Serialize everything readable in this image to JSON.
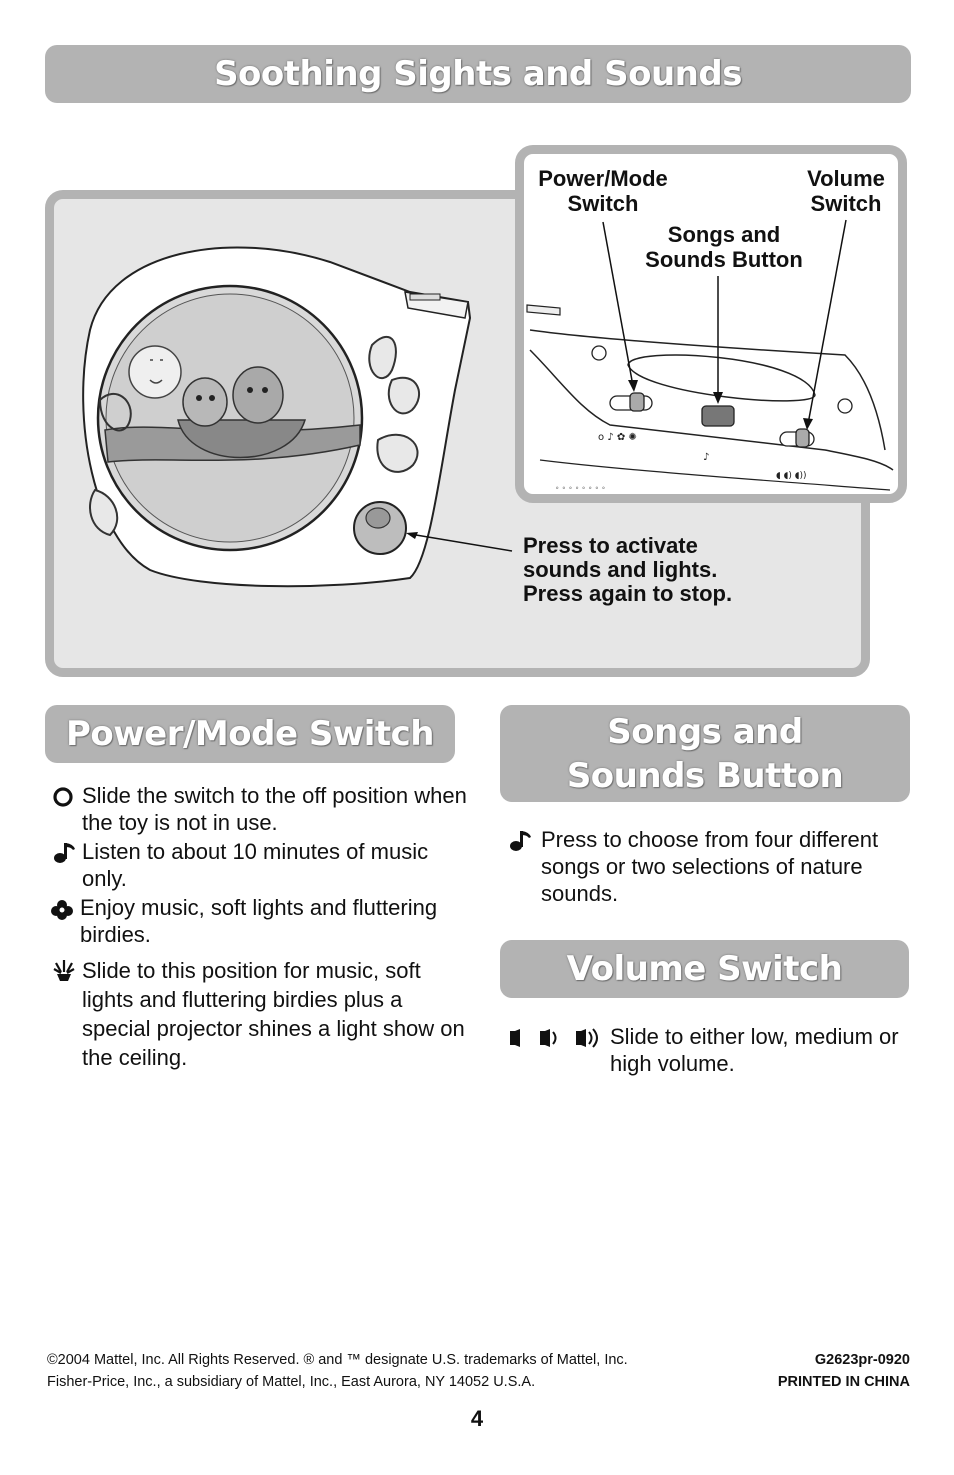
{
  "title": "Soothing Sights and Sounds",
  "diagram": {
    "inset_labels": {
      "power_mode": "Power/Mode Switch",
      "songs_sounds": "Songs and Sounds Button",
      "volume": "Volume Switch"
    },
    "callout": [
      "Press to activate",
      "sounds and lights.",
      "Press again to stop."
    ]
  },
  "power_mode_section": {
    "heading": "Power/Mode Switch",
    "items": [
      {
        "icon": "off-circle-icon",
        "text": "Slide the switch to the off position when the toy is not in use."
      },
      {
        "icon": "music-note-icon",
        "text": "Listen to about 10 minutes of music only."
      },
      {
        "icon": "birdie-icon",
        "text": "Enjoy music, soft lights and fluttering birdies."
      },
      {
        "icon": "projector-icon",
        "text": "Slide to this position for music, soft lights and fluttering birdies plus a special projector shines a light show on the ceiling."
      }
    ]
  },
  "songs_section": {
    "heading_line1": "Songs and",
    "heading_line2": "Sounds Button",
    "items": [
      {
        "icon": "music-note-icon",
        "text": "Press to choose from four different songs or two selections of nature sounds."
      }
    ]
  },
  "volume_section": {
    "heading": "Volume Switch",
    "items": [
      {
        "icon": "volume-levels-icon",
        "text": "Slide to either low, medium or high volume."
      }
    ]
  },
  "footer": {
    "copyright": "©2004 Mattel, Inc. All Rights Reserved. ® and ™ designate U.S. trademarks of Mattel, Inc.",
    "company": "Fisher-Price, Inc., a subsidiary of Mattel, Inc., East Aurora, NY 14052 U.S.A.",
    "code": "G2623pr-0920",
    "printed": "PRINTED IN CHINA",
    "page_number": "4"
  }
}
